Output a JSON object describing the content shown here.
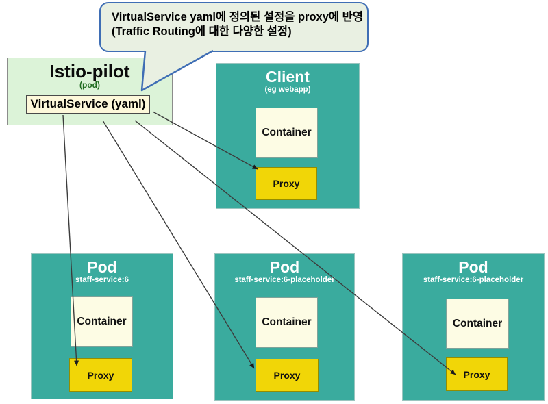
{
  "callout": {
    "line1": "VirtualService yaml에 정의된 설정을 proxy에 반영",
    "line2": "(Traffic Routing에 대한 다양한 설정)"
  },
  "istio_pilot": {
    "title": "Istio-pilot",
    "subtitle": "(pod)",
    "artifact_label": "VirtualService (yaml)"
  },
  "client": {
    "title": "Client",
    "subtitle": "(eg webapp)",
    "container_label": "Container",
    "proxy_label": "Proxy"
  },
  "pods": [
    {
      "title": "Pod",
      "subtitle": "staff-service:6",
      "container_label": "Container",
      "proxy_label": "Proxy"
    },
    {
      "title": "Pod",
      "subtitle": "staff-service:6-placeholder",
      "container_label": "Container",
      "proxy_label": "Proxy"
    },
    {
      "title": "Pod",
      "subtitle": "staff-service:6-placeholder",
      "container_label": "Container",
      "proxy_label": "Proxy"
    }
  ],
  "colors": {
    "teal_box": "#3aab9e",
    "proxy_yellow": "#f1d607",
    "container_cream": "#fdfce4",
    "pilot_green": "#dcf3d8",
    "artifact_cream": "#fdf8da",
    "callout_fill": "#e9f0e2",
    "callout_border": "#3f6eb5",
    "arrow": "#3c3c3c"
  }
}
